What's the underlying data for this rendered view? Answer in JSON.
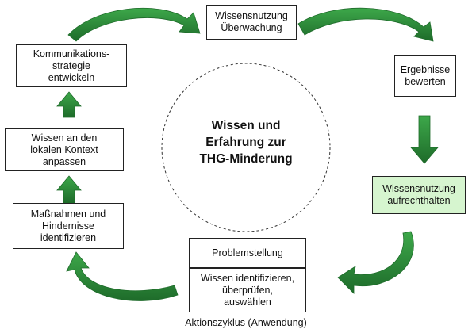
{
  "colors": {
    "arrow_fill": "#2e8b3a",
    "arrow_dark": "#1e6b2a",
    "highlight_fill": "#d6f5cf",
    "border": "#222222"
  },
  "center": {
    "title": "Wissen und\nErfahrung zur\nTHG-Minderung"
  },
  "boxes": {
    "monitoring": "Wissensnutzung\nÜberwachung",
    "evaluate": "Ergebnisse\nbewerten",
    "sustain": "Wissensnutzung\naufrechthalten",
    "problem": "Problemstellung",
    "identify_knowledge": "Wissen identifizieren,\nüberprüfen,\nauswählen",
    "identify_measures": "Maßnahmen und\nHindernisse\nidentifizieren",
    "adapt": "Wissen an den\nlokalen Kontext\nanpassen",
    "communication": "Kommunikations-\nstrategie\nentwickeln"
  },
  "caption": "Aktionszyklus (Anwendung)"
}
